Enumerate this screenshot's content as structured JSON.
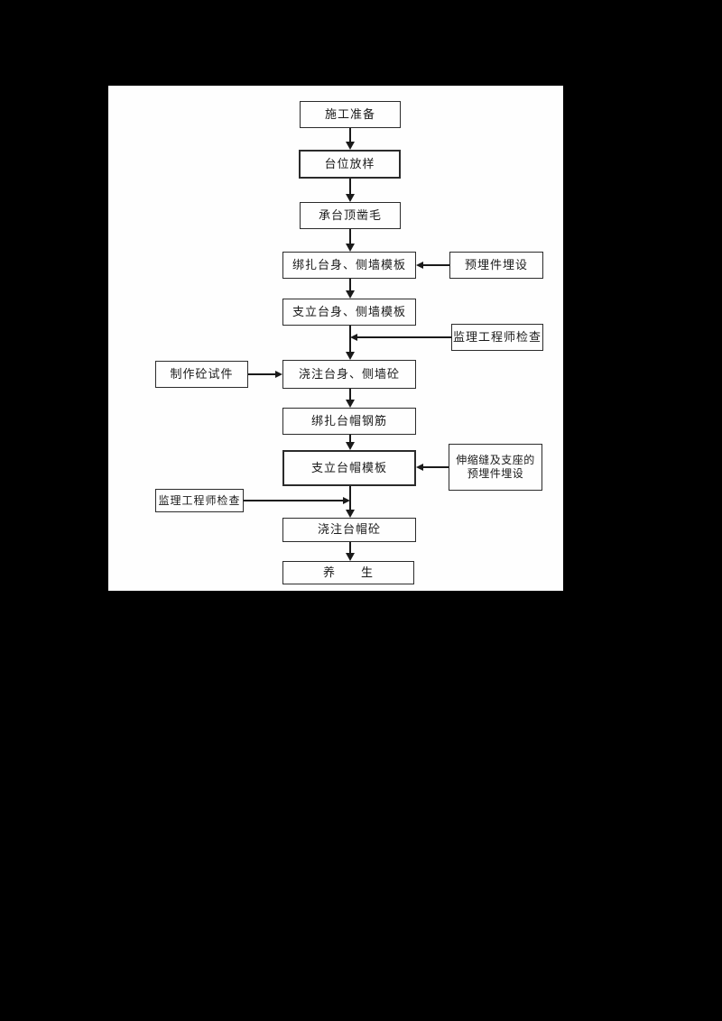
{
  "page": {
    "background_color": "#000000",
    "panel_color": "#fefefe",
    "line_color": "#1a1a1a"
  },
  "flowchart": {
    "main_nodes": [
      {
        "label": "施工准备"
      },
      {
        "label": "台位放样"
      },
      {
        "label": "承台顶凿毛"
      },
      {
        "label": "绑扎台身、侧墙模板"
      },
      {
        "label": "支立台身、侧墙模板"
      },
      {
        "label": "浇注台身、侧墙砼"
      },
      {
        "label": "绑扎台帽钢筋"
      },
      {
        "label": "支立台帽模板"
      },
      {
        "label": "浇注台帽砼"
      },
      {
        "label": "养　　生"
      }
    ],
    "side_nodes": [
      {
        "label": "预埋件埋设",
        "side": "right"
      },
      {
        "label": "监理工程师检查",
        "side": "right"
      },
      {
        "label": "制作砼试件",
        "side": "left"
      },
      {
        "label_line1": "伸缩缝及支座的",
        "label_line2": "预埋件埋设",
        "side": "right"
      },
      {
        "label": "监理工程师检查",
        "side": "left"
      }
    ]
  }
}
